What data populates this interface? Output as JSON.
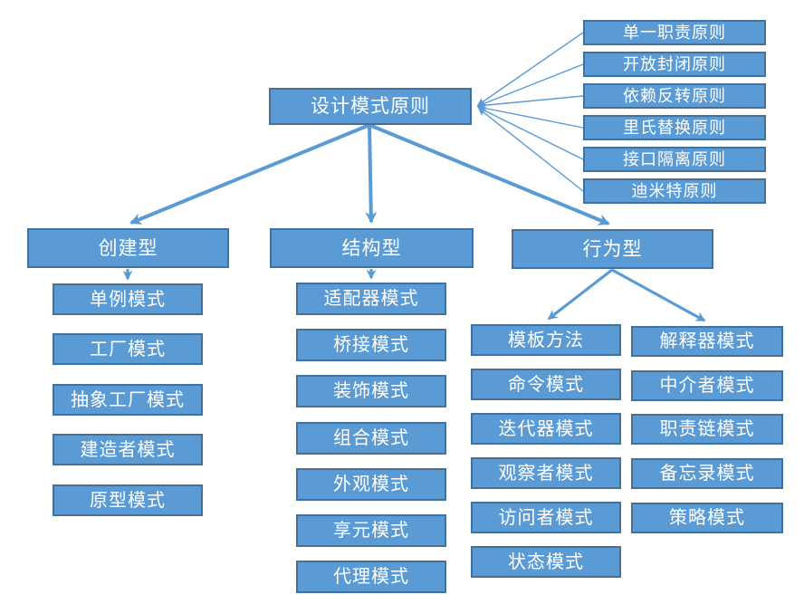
{
  "root_label": "设计模式原则",
  "principles": [
    "单一职责原则",
    "开放封闭原则",
    "依赖反转原则",
    "里氏替换原则",
    "接口隔离原则",
    "迪米特原则"
  ],
  "categories": [
    {
      "label": "创建型",
      "children": [
        "单例模式",
        "工厂模式",
        "抽象工厂模式",
        "建造者模式",
        "原型模式"
      ]
    },
    {
      "label": "结构型",
      "children": [
        "适配器模式",
        "桥接模式",
        "装饰模式",
        "组合模式",
        "外观模式",
        "享元模式",
        "代理模式"
      ]
    },
    {
      "label": "行为型",
      "children_left": [
        "模板方法",
        "命令模式",
        "迭代器模式",
        "观察者模式",
        "访问者模式",
        "状态模式"
      ],
      "children_right": [
        "解释器模式",
        "中介者模式",
        "职责链模式",
        "备忘录模式",
        "策略模式"
      ]
    }
  ],
  "colors": {
    "box_fill": "#5B9BD5",
    "box_border": "#41719C",
    "arrow": "#5B9BD5",
    "text": "#FFFFFF",
    "background": "#FFFFFF"
  }
}
